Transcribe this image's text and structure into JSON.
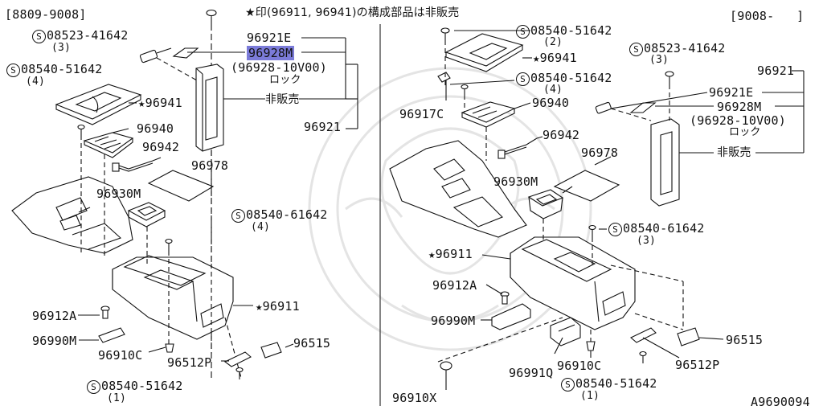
{
  "header": {
    "left_period": "[8809-9008]",
    "right_period": "[9008-   ]",
    "note": "★印(96911, 96941)の構成部品は非販売"
  },
  "left": {
    "bolt_top": {
      "code": "08523-41642",
      "qty": "(3)"
    },
    "screw_top": {
      "code": "08540-51642",
      "qty": "(4)"
    },
    "screw_mid": {
      "code": "08540-61642",
      "qty": "(4)"
    },
    "screw_bot": {
      "code": "08540-51642",
      "qty": "(1)"
    },
    "p96921E": "96921E",
    "p96928M": "96928M",
    "p96928_10V00": "96928-10V00",
    "lock_text": "ロック",
    "not_for_sale": "非販売",
    "p96921": "96921",
    "p96941": "96941",
    "p96940": "96940",
    "p96942": "96942",
    "p96978": "96978",
    "p96930M": "96930M",
    "p96911": "96911",
    "p96912A": "96912A",
    "p96990M": "96990M",
    "p96910C": "96910C",
    "p96512P": "96512P",
    "p96515": "96515"
  },
  "right": {
    "screw_top": {
      "code": "08540-51642",
      "qty": "(2)"
    },
    "screw_second": {
      "code": "08540-51642",
      "qty": "(4)"
    },
    "bolt_top": {
      "code": "08523-41642",
      "qty": "(3)"
    },
    "screw_mid": {
      "code": "08540-61642",
      "qty": "(3)"
    },
    "screw_bot": {
      "code": "08540-51642",
      "qty": "(1)"
    },
    "p96941": "96941",
    "p96917C": "96917C",
    "p96940": "96940",
    "p96942": "96942",
    "p96978": "96978",
    "p96930M": "96930M",
    "p96911": "96911",
    "p96912A": "96912A",
    "p96990M": "96990M",
    "p96991Q": "96991Q",
    "p96910X": "96910X",
    "p96910C": "96910C",
    "p96512P": "96512P",
    "p96515": "96515",
    "p96921": "96921",
    "p96921E": "96921E",
    "p96928M": "96928M",
    "p96928_10V00": "96928-10V00",
    "lock_text": "ロック",
    "not_for_sale": "非販売"
  },
  "screw_symbol": "S",
  "star_symbol": "★",
  "figure_code": "A9690094",
  "colors": {
    "highlight": "#7b7bd9",
    "line": "#111111",
    "watermark": "#e6e6e6"
  }
}
